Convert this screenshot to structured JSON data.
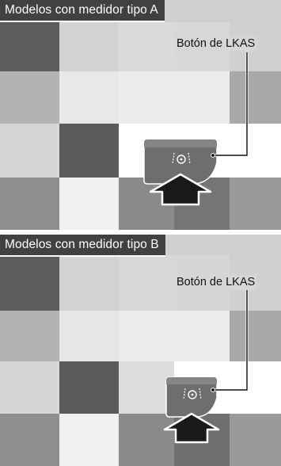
{
  "panels": [
    {
      "title": "Modelos con medidor tipo A",
      "callout": "Botón de LKAS"
    },
    {
      "title": "Modelos con medidor tipo B",
      "callout": "Botón de LKAS"
    }
  ],
  "colors": {
    "title_bar": "#414141",
    "button_face": "#6f6f6f",
    "arrow_fill": "#1a1a1a"
  },
  "icons": [
    "lkas-steering-icon",
    "push-arrow-icon"
  ]
}
